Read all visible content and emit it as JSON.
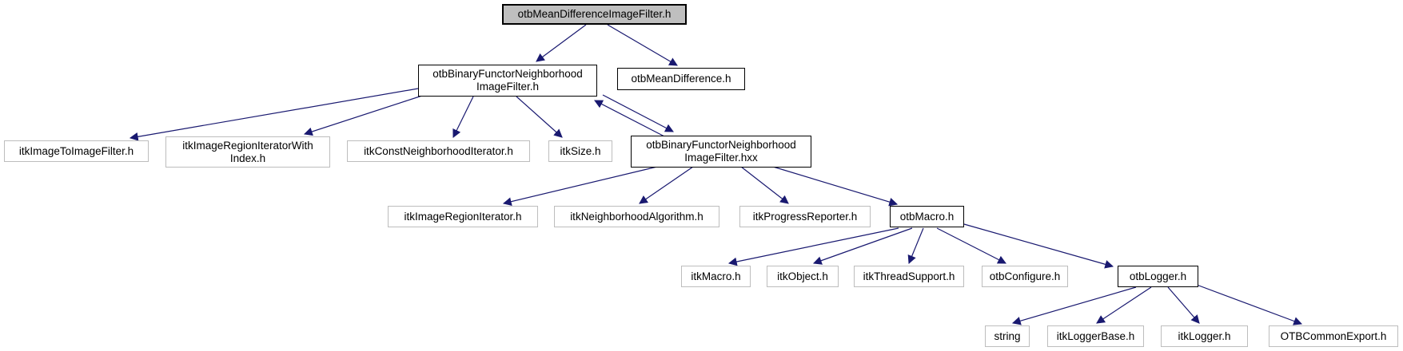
{
  "diagram_type": "include-dependency-graph",
  "colors": {
    "edge": "#191970",
    "root_fill": "#bfbfbf",
    "node_fill": "#ffffff",
    "linked_border": "#000000",
    "leaf_border": "#bdbdbd",
    "text": "#000000"
  },
  "nodes": {
    "root": {
      "label": "otbMeanDifferenceImageFilter.h"
    },
    "binary_functor_h": {
      "line1": "otbBinaryFunctorNeighborhood",
      "line2": "ImageFilter.h",
      "label": "otbBinaryFunctorNeighborhoodImageFilter.h"
    },
    "mean_difference": {
      "label": "otbMeanDifference.h"
    },
    "itk_image_to_image_filter": {
      "label": "itkImageToImageFilter.h"
    },
    "itk_image_region_iterator_with_index": {
      "line1": "itkImageRegionIteratorWith",
      "line2": "Index.h",
      "label": "itkImageRegionIteratorWithIndex.h"
    },
    "itk_const_neighborhood_iterator": {
      "label": "itkConstNeighborhoodIterator.h"
    },
    "itk_size": {
      "label": "itkSize.h"
    },
    "binary_functor_hxx": {
      "line1": "otbBinaryFunctorNeighborhood",
      "line2": "ImageFilter.hxx",
      "label": "otbBinaryFunctorNeighborhoodImageFilter.hxx"
    },
    "itk_image_region_iterator": {
      "label": "itkImageRegionIterator.h"
    },
    "itk_neighborhood_algorithm": {
      "label": "itkNeighborhoodAlgorithm.h"
    },
    "itk_progress_reporter": {
      "label": "itkProgressReporter.h"
    },
    "otb_macro": {
      "label": "otbMacro.h"
    },
    "itk_macro": {
      "label": "itkMacro.h"
    },
    "itk_object": {
      "label": "itkObject.h"
    },
    "itk_thread_support": {
      "label": "itkThreadSupport.h"
    },
    "otb_configure": {
      "label": "otbConfigure.h"
    },
    "otb_logger": {
      "label": "otbLogger.h"
    },
    "string": {
      "label": "string"
    },
    "itk_logger_base": {
      "label": "itkLoggerBase.h"
    },
    "itk_logger": {
      "label": "itkLogger.h"
    },
    "otb_common_export": {
      "label": "OTBCommonExport.h"
    }
  },
  "edges": [
    {
      "from": "otbMeanDifferenceImageFilter.h",
      "to": "otbBinaryFunctorNeighborhoodImageFilter.h"
    },
    {
      "from": "otbMeanDifferenceImageFilter.h",
      "to": "otbMeanDifference.h"
    },
    {
      "from": "otbBinaryFunctorNeighborhoodImageFilter.h",
      "to": "itkImageToImageFilter.h"
    },
    {
      "from": "otbBinaryFunctorNeighborhoodImageFilter.h",
      "to": "itkImageRegionIteratorWithIndex.h"
    },
    {
      "from": "otbBinaryFunctorNeighborhoodImageFilter.h",
      "to": "itkConstNeighborhoodIterator.h"
    },
    {
      "from": "otbBinaryFunctorNeighborhoodImageFilter.h",
      "to": "itkSize.h"
    },
    {
      "from": "otbBinaryFunctorNeighborhoodImageFilter.h",
      "to": "otbBinaryFunctorNeighborhoodImageFilter.hxx",
      "bidirectional": true
    },
    {
      "from": "otbBinaryFunctorNeighborhoodImageFilter.hxx",
      "to": "itkImageRegionIterator.h"
    },
    {
      "from": "otbBinaryFunctorNeighborhoodImageFilter.hxx",
      "to": "itkNeighborhoodAlgorithm.h"
    },
    {
      "from": "otbBinaryFunctorNeighborhoodImageFilter.hxx",
      "to": "itkProgressReporter.h"
    },
    {
      "from": "otbBinaryFunctorNeighborhoodImageFilter.hxx",
      "to": "otbMacro.h"
    },
    {
      "from": "otbMacro.h",
      "to": "itkMacro.h"
    },
    {
      "from": "otbMacro.h",
      "to": "itkObject.h"
    },
    {
      "from": "otbMacro.h",
      "to": "itkThreadSupport.h"
    },
    {
      "from": "otbMacro.h",
      "to": "otbConfigure.h"
    },
    {
      "from": "otbMacro.h",
      "to": "otbLogger.h"
    },
    {
      "from": "otbLogger.h",
      "to": "string"
    },
    {
      "from": "otbLogger.h",
      "to": "itkLoggerBase.h"
    },
    {
      "from": "otbLogger.h",
      "to": "itkLogger.h"
    },
    {
      "from": "otbLogger.h",
      "to": "OTBCommonExport.h"
    }
  ]
}
